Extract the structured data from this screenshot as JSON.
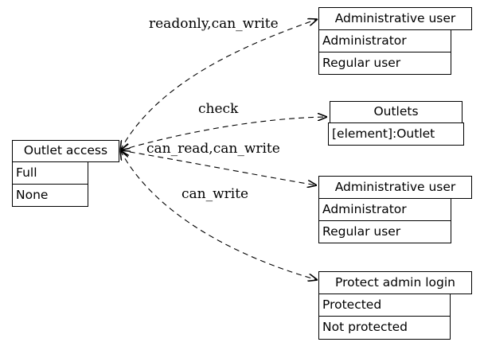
{
  "diagram": {
    "background": "#ffffff",
    "line_color": "#000000",
    "nodes": {
      "outlet_access": {
        "title": "Outlet access",
        "rows": [
          "Full",
          "None"
        ]
      },
      "admin_user_top": {
        "title": "Administrative user",
        "rows": [
          "Administrator",
          "Regular user"
        ]
      },
      "outlets": {
        "title": "Outlets",
        "rows": [
          "[element]:Outlet"
        ]
      },
      "admin_user_mid": {
        "title": "Administrative user",
        "rows": [
          "Administrator",
          "Regular user"
        ]
      },
      "protect_admin_login": {
        "title": "Protect admin login",
        "rows": [
          "Protected",
          "Not protected"
        ]
      }
    },
    "edge_labels": {
      "readonly_can_write": "readonly,can_write",
      "check": "check",
      "can_read_can_write": "can_read,can_write",
      "can_write": "can_write"
    }
  }
}
